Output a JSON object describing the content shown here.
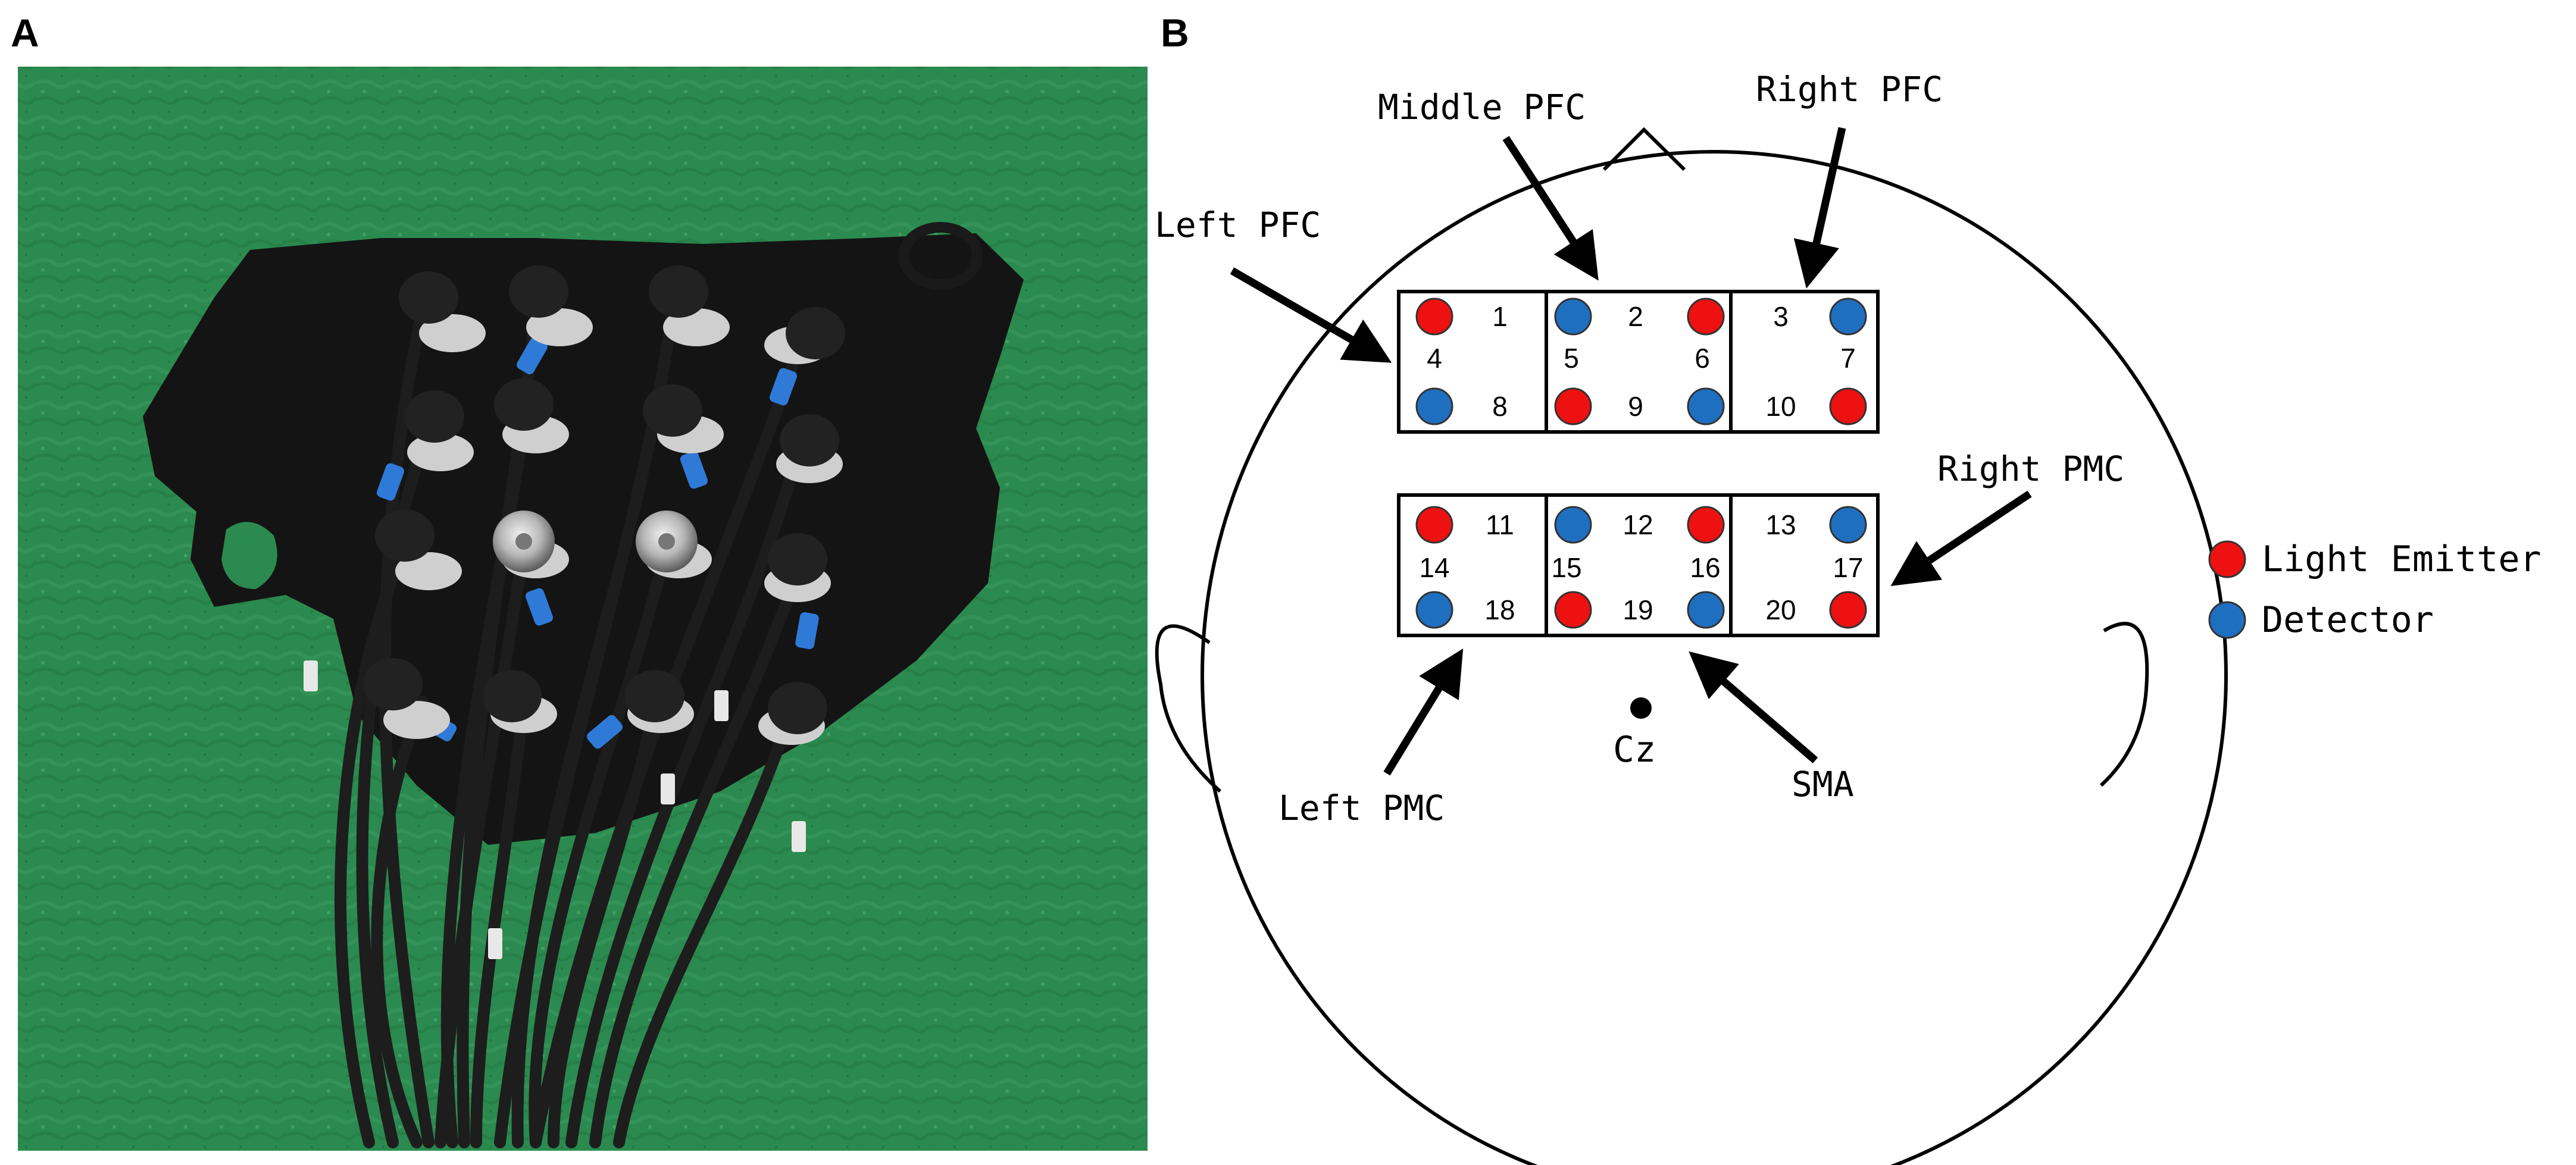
{
  "panels": {
    "a": {
      "label": "A"
    },
    "b": {
      "label": "B"
    }
  },
  "regions": [
    {
      "key": "left-pfc",
      "label": "Left PFC"
    },
    {
      "key": "middle-pfc",
      "label": "Middle PFC"
    },
    {
      "key": "right-pfc",
      "label": "Right PFC"
    },
    {
      "key": "right-pmc",
      "label": "Right PMC"
    },
    {
      "key": "left-pmc",
      "label": "Left PMC"
    },
    {
      "key": "sma",
      "label": "SMA"
    }
  ],
  "reference_point": {
    "label": "Cz"
  },
  "legend": [
    {
      "key": "emitter",
      "label": "Light Emitter",
      "color": "#ee1111"
    },
    {
      "key": "detector",
      "label": "Detector",
      "color": "#1f6fc0"
    }
  ],
  "channels": [
    "1",
    "2",
    "3",
    "4",
    "5",
    "6",
    "7",
    "8",
    "9",
    "10",
    "11",
    "12",
    "13",
    "14",
    "15",
    "16",
    "17",
    "18",
    "19",
    "20"
  ],
  "probes": {
    "front_top": [
      "emitter",
      "detector",
      "emitter",
      "detector"
    ],
    "front_bottom": [
      "detector",
      "emitter",
      "detector",
      "emitter"
    ],
    "back_top": [
      "emitter",
      "detector",
      "emitter",
      "detector"
    ],
    "back_bottom": [
      "detector",
      "emitter",
      "detector",
      "emitter"
    ]
  },
  "colors": {
    "photo_background": "#2b8a4f",
    "cap_fabric": "#141414",
    "cable": "#1d1d1d",
    "cable_connector": "#2f7ad6"
  },
  "icons": {
    "emitter": "red-circle",
    "detector": "blue-circle",
    "cz": "black-dot"
  }
}
